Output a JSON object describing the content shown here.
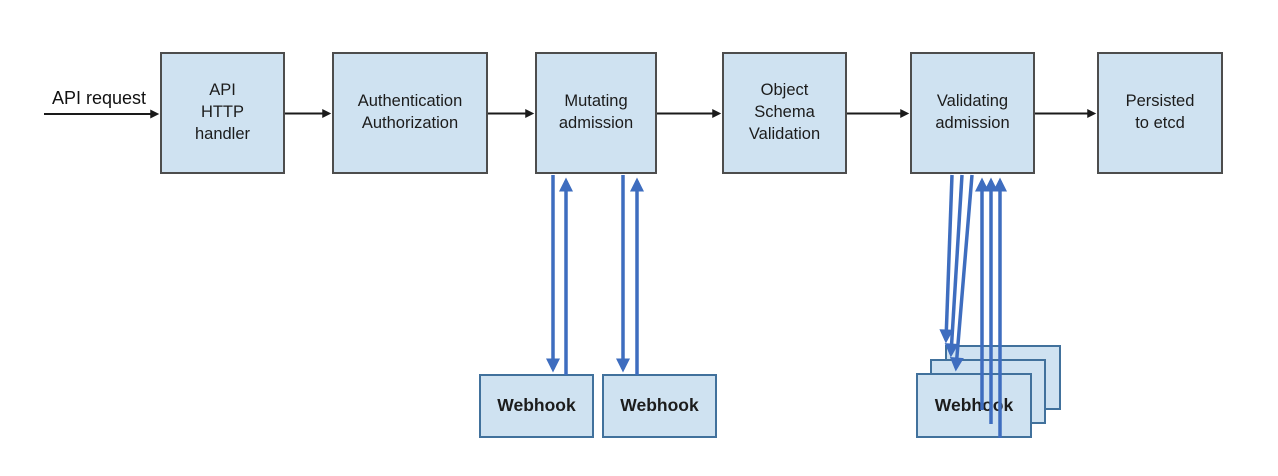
{
  "colors": {
    "node_fill": "#cfe2f1",
    "node_border": "#4d4d4d",
    "webhook_border": "#41719c",
    "flow_arrow_black": "#1a1a1a",
    "webhook_arrow_blue": "#3e6dbf"
  },
  "api_request": {
    "label": "API request"
  },
  "nodes": [
    {
      "id": "api-http-handler",
      "label": "API\nHTTP\nhandler"
    },
    {
      "id": "authentication-authorization",
      "label": "Authentication\nAuthorization"
    },
    {
      "id": "mutating-admission",
      "label": "Mutating\nadmission"
    },
    {
      "id": "object-schema-validation",
      "label": "Object\nSchema\nValidation"
    },
    {
      "id": "validating-admission",
      "label": "Validating\nadmission"
    },
    {
      "id": "persisted-to-etcd",
      "label": "Persisted\nto etcd"
    }
  ],
  "mutating_webhooks": [
    {
      "label": "Webhook"
    },
    {
      "label": "Webhook"
    }
  ],
  "validating_webhooks": {
    "front_label": "Webhook",
    "stack_count": 3
  },
  "edges": {
    "flow": [
      "API request -> API HTTP handler",
      "API HTTP handler -> Authentication Authorization",
      "Authentication Authorization -> Mutating admission",
      "Mutating admission -> Object Schema Validation",
      "Object Schema Validation -> Validating admission",
      "Validating admission -> Persisted to etcd"
    ],
    "webhook_calls": [
      "Mutating admission <-> Webhook (2 sequential calls, down request / up response)",
      "Validating admission <-> Webhook stack (3 parallel calls, down request / up response)"
    ]
  }
}
